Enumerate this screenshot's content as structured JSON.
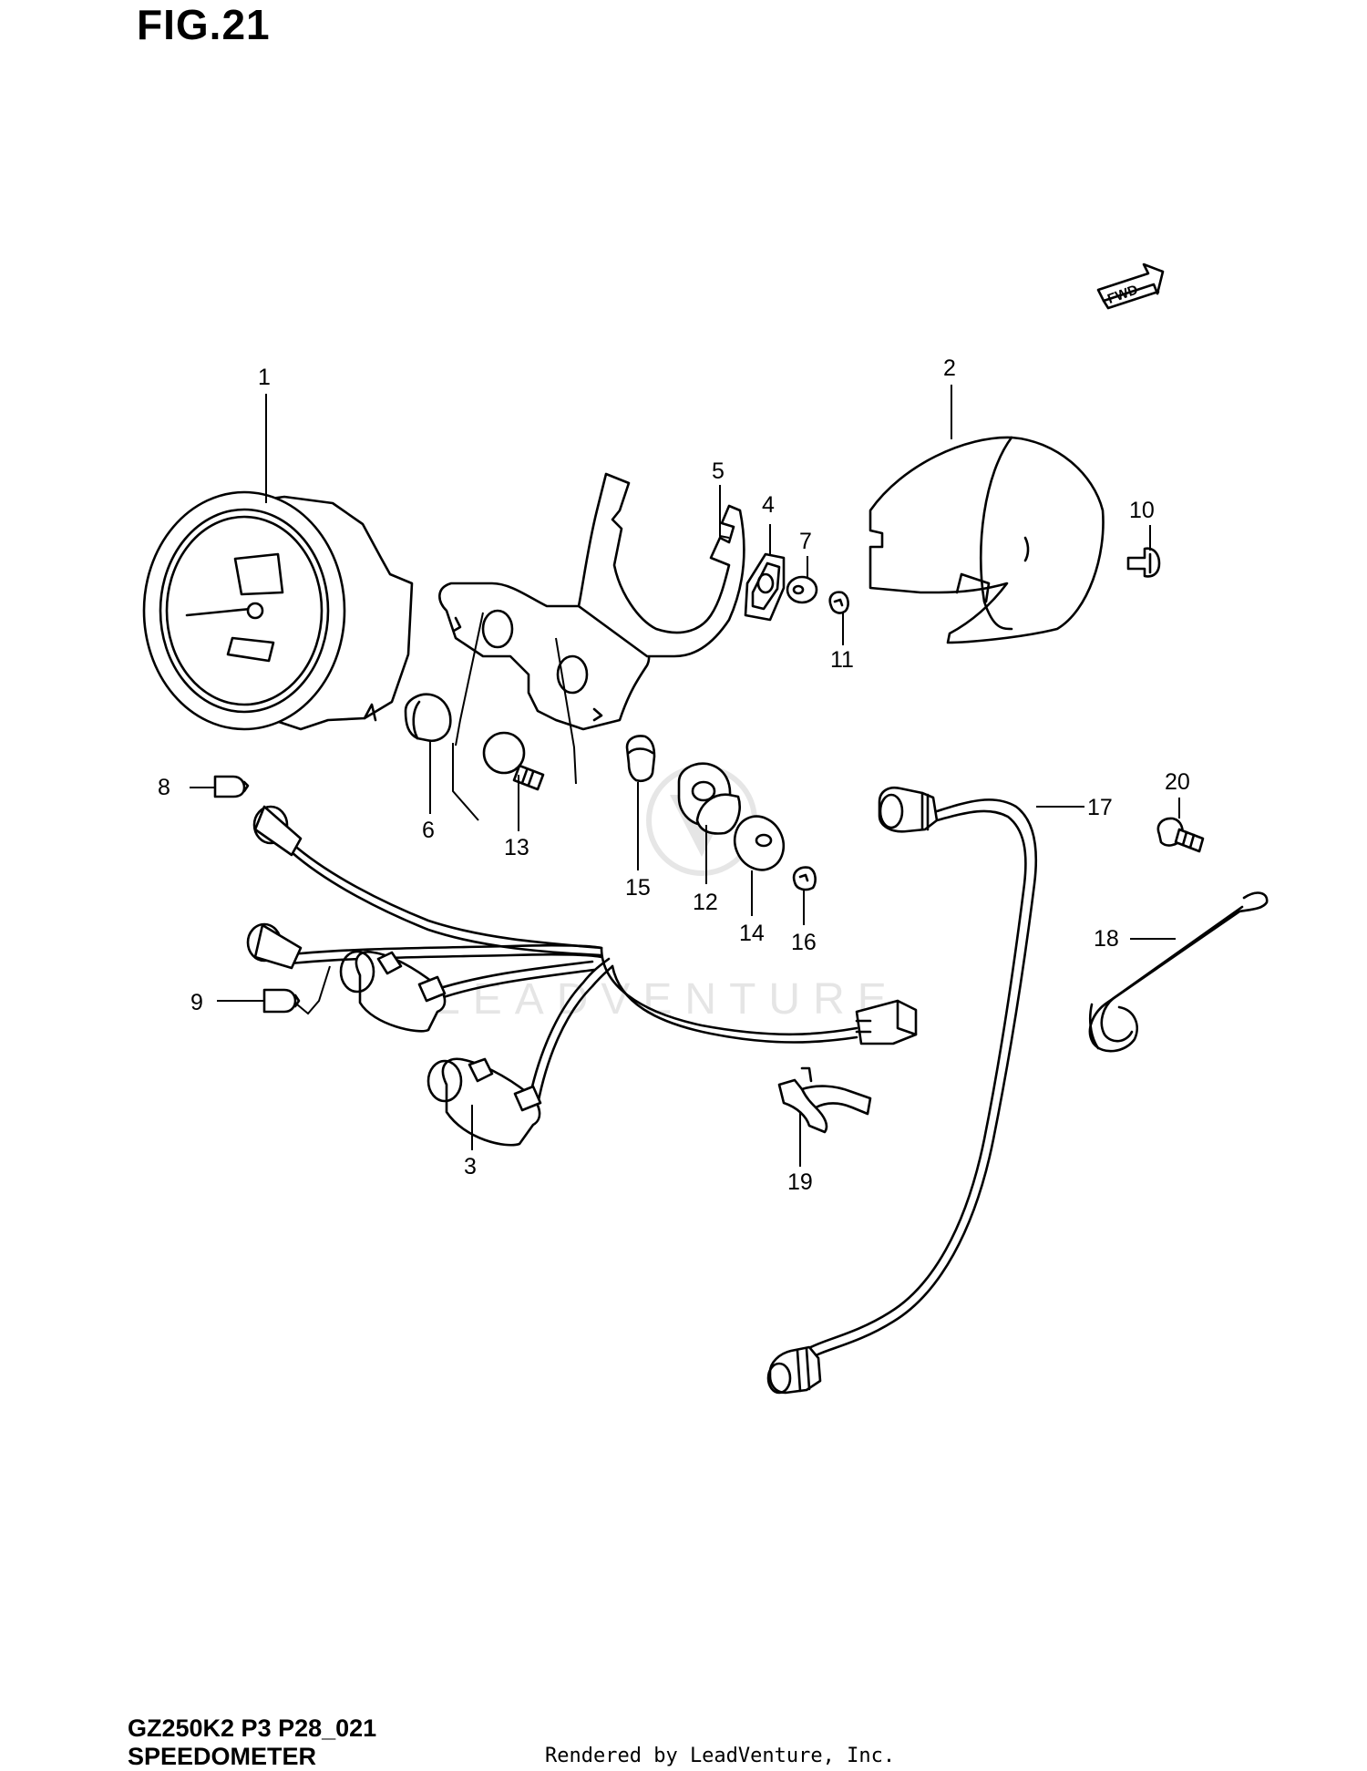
{
  "figure": {
    "title": "FIG.21",
    "model_code": "GZ250K2 P3 P28_021",
    "name": "SPEEDOMETER",
    "credit": "Rendered by LeadVenture, Inc.",
    "fwd_label": "FWD",
    "watermark_text": "LEADVENTURE"
  },
  "callouts": [
    {
      "id": "c1",
      "label": "1",
      "part": "speedometer-assembly"
    },
    {
      "id": "c2",
      "label": "2",
      "part": "speedometer-case"
    },
    {
      "id": "c3",
      "label": "3",
      "part": "wiring-harness"
    },
    {
      "id": "c4",
      "label": "4",
      "part": "cushion"
    },
    {
      "id": "c5",
      "label": "5",
      "part": "bracket"
    },
    {
      "id": "c6",
      "label": "6",
      "part": "grommet"
    },
    {
      "id": "c7",
      "label": "7",
      "part": "washer"
    },
    {
      "id": "c8",
      "label": "8",
      "part": "bulb"
    },
    {
      "id": "c9",
      "label": "9",
      "part": "bulb"
    },
    {
      "id": "c10",
      "label": "10",
      "part": "screw"
    },
    {
      "id": "c11",
      "label": "11",
      "part": "nut"
    },
    {
      "id": "c12",
      "label": "12",
      "part": "cushion"
    },
    {
      "id": "c13",
      "label": "13",
      "part": "bolt"
    },
    {
      "id": "c14",
      "label": "14",
      "part": "washer"
    },
    {
      "id": "c15",
      "label": "15",
      "part": "spacer"
    },
    {
      "id": "c16",
      "label": "16",
      "part": "nut"
    },
    {
      "id": "c17",
      "label": "17",
      "part": "speedometer-cable"
    },
    {
      "id": "c18",
      "label": "18",
      "part": "spring-clamp"
    },
    {
      "id": "c19",
      "label": "19",
      "part": "cable-clamp"
    },
    {
      "id": "c20",
      "label": "20",
      "part": "bolt"
    }
  ]
}
